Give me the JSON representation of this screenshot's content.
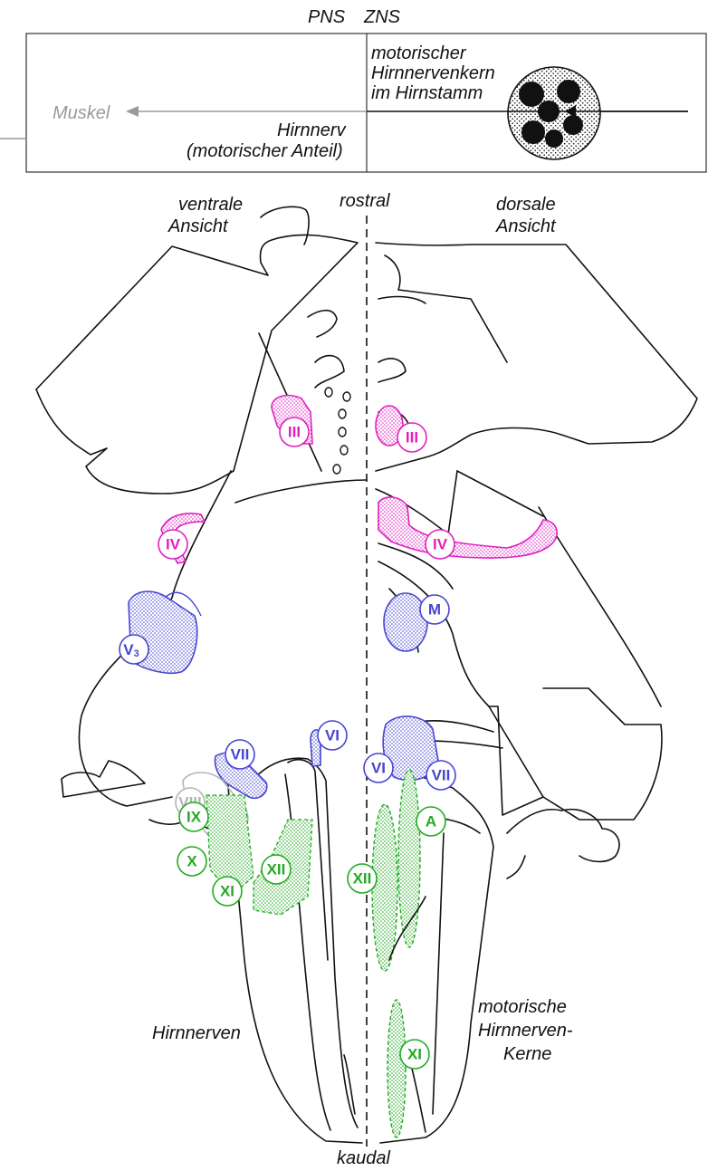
{
  "legend": {
    "pns_label": "PNS",
    "zns_label": "ZNS",
    "nucleus_label_line1": "motorischer",
    "nucleus_label_line2": "Hirnnervenkern",
    "nucleus_label_line3": "im Hirnstamm",
    "muscle_label": "Muskel",
    "nerve_label_line1": "Hirnnerv",
    "nerve_label_line2": "(motorischer Anteil)"
  },
  "orientation": {
    "top": "rostral",
    "bottom": "kaudal",
    "left_view_line1": "ventrale",
    "left_view_line2": "Ansicht",
    "right_view_line1": "dorsale",
    "right_view_line2": "Ansicht",
    "left_side_caption": "Hirnnerven",
    "right_side_caption_line1": "motorische",
    "right_side_caption_line2": "Hirnnerven-",
    "right_side_caption_line3": "Kerne"
  },
  "colors": {
    "magenta": "#e020c0",
    "blue": "#4646d0",
    "green": "#22aa22",
    "grey": "#b4b4b4",
    "outline": "#111111"
  },
  "nerve_labels": {
    "III_left": "III",
    "III_right": "III",
    "IV_left": "IV",
    "IV_right": "IV",
    "V3": "V",
    "V3_sub": "3",
    "M": "M",
    "VI_left": "VI",
    "VI_right": "VI",
    "VII_left": "VII",
    "VII_right": "VII",
    "VIII": "VIII",
    "IX": "IX",
    "X": "X",
    "XI_left": "XI",
    "XI_right": "XI",
    "XII_left": "XII",
    "XII_right": "XII",
    "A": "A"
  }
}
